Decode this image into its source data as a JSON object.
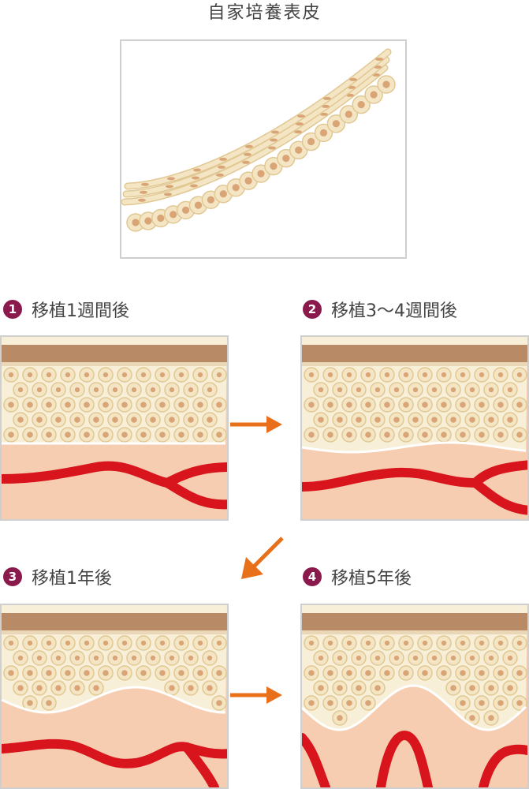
{
  "title": "自家培養表皮",
  "colors": {
    "badge": "#8a1a4b",
    "arrow": "#e8701a",
    "vessel": "#d8141c",
    "dermis": "#f6cdb0",
    "cell_fill": "#f4e6c4",
    "cell_outline": "#e1c893",
    "nucleus": "#d9a577",
    "stratum_corneum": "#b88a66"
  },
  "steps": [
    {
      "number": "1",
      "label": "移植1週間後"
    },
    {
      "number": "2",
      "label": "移植3〜4週間後"
    },
    {
      "number": "3",
      "label": "移植1年後"
    },
    {
      "number": "4",
      "label": "移植5年後"
    }
  ],
  "icons": {
    "badge": "numbered-circle-icon",
    "arrow": "orange-arrow-icon"
  }
}
